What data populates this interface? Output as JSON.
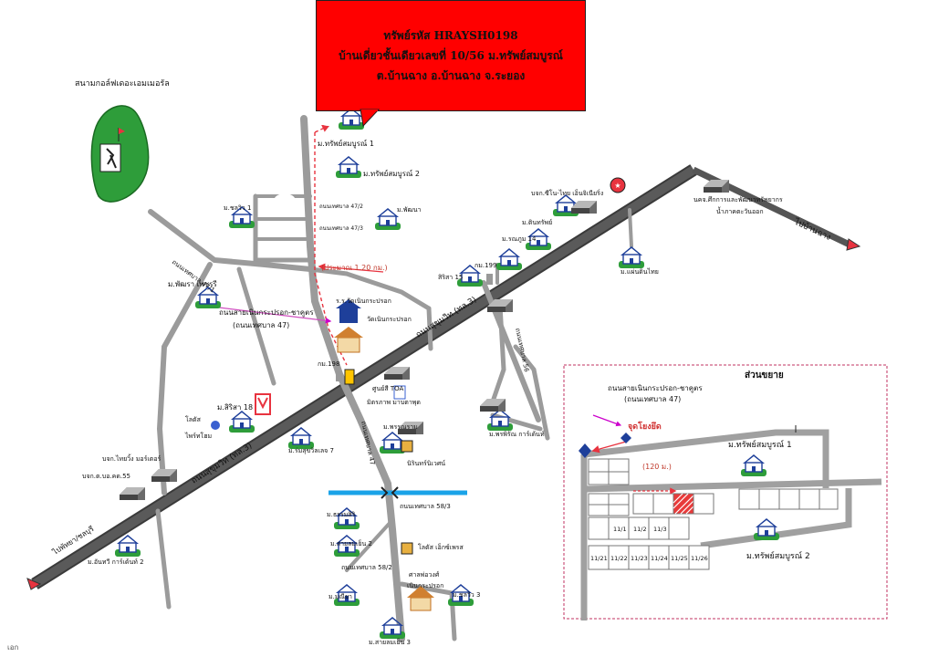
{
  "callout": {
    "line1": "ทรัพย์รหัส HRAYSH0198",
    "line2": "บ้านเดี่ยวชั้นเดียวเลขที่ 10/56 ม.ทรัพย์สมบูรณ์",
    "line3": "ต.บ้านฉาง อ.บ้านฉาง จ.ระยอง"
  },
  "landmarks": {
    "golf": "สนามกอล์ฟเดอะเอมเมอรัล",
    "sap1": "ม.ทรัพย์สมบูรณ์ 1",
    "sap2": "ม.ทรัพย์สมบูรณ์ 2",
    "chonview": "ม.ชลวิว 1",
    "phatthana": "ม.พัฒนา",
    "phatcharee": "ม.พัฒรา เพชรรี",
    "cino_thai": "บจก.ซีโน-ไทย เอ็นจิเนียริ่ง",
    "ntl": "นคจ.ศึกการและพัฒนาทรัพยากร",
    "ntl2": "น้ำภาคตะวันออก",
    "tinsap": "ม.ตินทรัพย์",
    "ruanphoom": "ม.รณภูม 14",
    "km199": "กม.199",
    "sirikit": "สิริสา 15",
    "baanlan": "ม.แผ่นดินไทย",
    "school": "ร.ร.วัดเนินกระปรอก",
    "temple": "วัดเนินกระปรอก",
    "km198": "กม.198",
    "toa": "ศูนย์สี TOA",
    "mittraphap": "มิตรภาพ มาบตาพุด",
    "sirirat18": "ม.สิริสา 18",
    "lotus": "โลตัส",
    "lotus2": "ไพร์ทโฮม",
    "seven": "ม.ร่มสุขวิลเลจ 7",
    "phraram": "ม.พรรณราม",
    "nirin": "นิรินทร์นิเวศน์",
    "phraphirom": "ม.พรพิรัณ การ์เด้นท์",
    "thaihui": "บจก.ไทยวิ้ง มอร์เตอร์",
    "kaeo55": "บจก.ต.บอ.คด.55",
    "anthawi": "ม.อันทวี การ์เด้นท์ 2",
    "tharasiri": "ม.ธรรมสิริ",
    "sai2": "ม.สายลมเย็น 2",
    "lotus_sell": "โลตัส เอ็กซ์เพรส",
    "market": "ศาลพ่อวงศ์",
    "market2": "เนินกระปรอก",
    "manyia": "ม.มณียา",
    "chonview3": "ม.ชลวิว 3",
    "sai3": "ม.สายลมเย็น 3",
    "road47_top": "ถนนเทศบาล 47/1",
    "road47_side": "ถนนเทศบาล 47",
    "road_nein": "ถนนสายเนินกระปรอก-ชาคูตร",
    "road_nein_sub": "(ถนนเทศบาล 47)",
    "distance_main": "(ประมาณ 1.20 กม.)",
    "sukhumvit_top": "ถนนสุขุมวิท (ทล.3)",
    "sukhumvit_bottom": "ถนนสุขุมวิท (ทล.3)",
    "to_rayong": "ไปบ้านฉาง",
    "to_bangkok": "ไปพัทยา/ชลบุรี",
    "soi": "ถนนเทศบาล 47/2",
    "soi2": "ถนนเทศบาล 47/3",
    "soi3": "ถนนเทศบาล 58/3",
    "soi4": "ถนนเทศบาล 58/2",
    "soi5": "ถนนเทศบาล 56",
    "footer": "เอก"
  },
  "inset": {
    "title": "ส่วนขยาย",
    "road": "ถนนสายเนินกระปรอก-ชาคูตร",
    "road_sub": "(ถนนเทศบาล 47)",
    "start": "จุดโยงยึด",
    "distance": "(120 ม.)",
    "sap1": "ม.ทรัพย์สมบูรณ์ 1",
    "sap2": "ม.ทรัพย์สมบูรณ์ 2",
    "lots_row1": [
      "11/1",
      "11/2",
      "11/3"
    ],
    "lots_row2": [
      "11/21",
      "11/22",
      "11/23",
      "11/24",
      "11/25",
      "11/26"
    ]
  },
  "colors": {
    "callout": "#ff0000",
    "grass": "#2e9d3a",
    "house": "#1e3f9a",
    "route": "#e8333f",
    "water": "#1aa3e8",
    "target": "#e83a3a"
  }
}
